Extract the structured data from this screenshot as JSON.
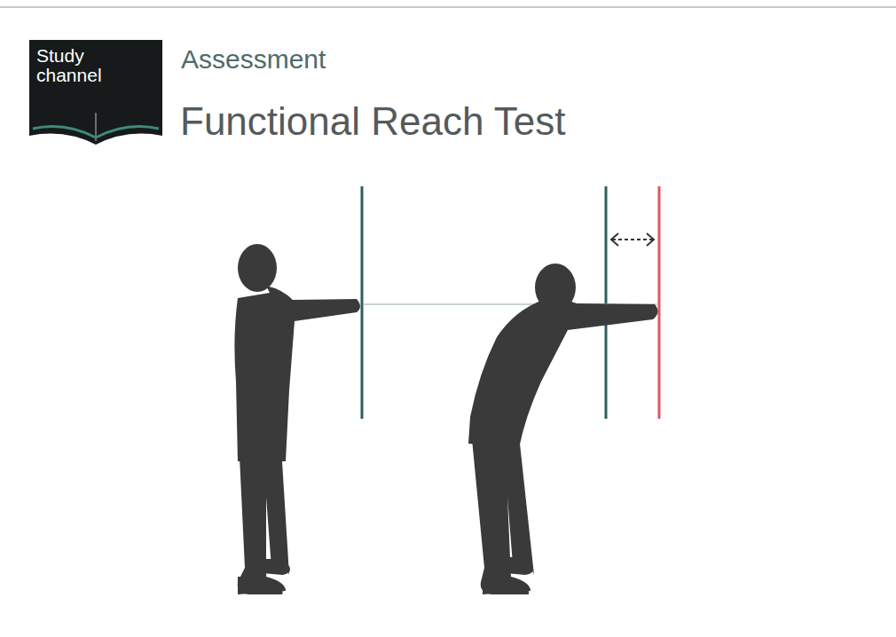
{
  "diagram": {
    "title": "Functional Reach Test",
    "nodes": [
      {
        "text": [
          "Study channel"
        ]
      }
    ],
    "labels": [
      "Assessment"
    ]
  }
}
